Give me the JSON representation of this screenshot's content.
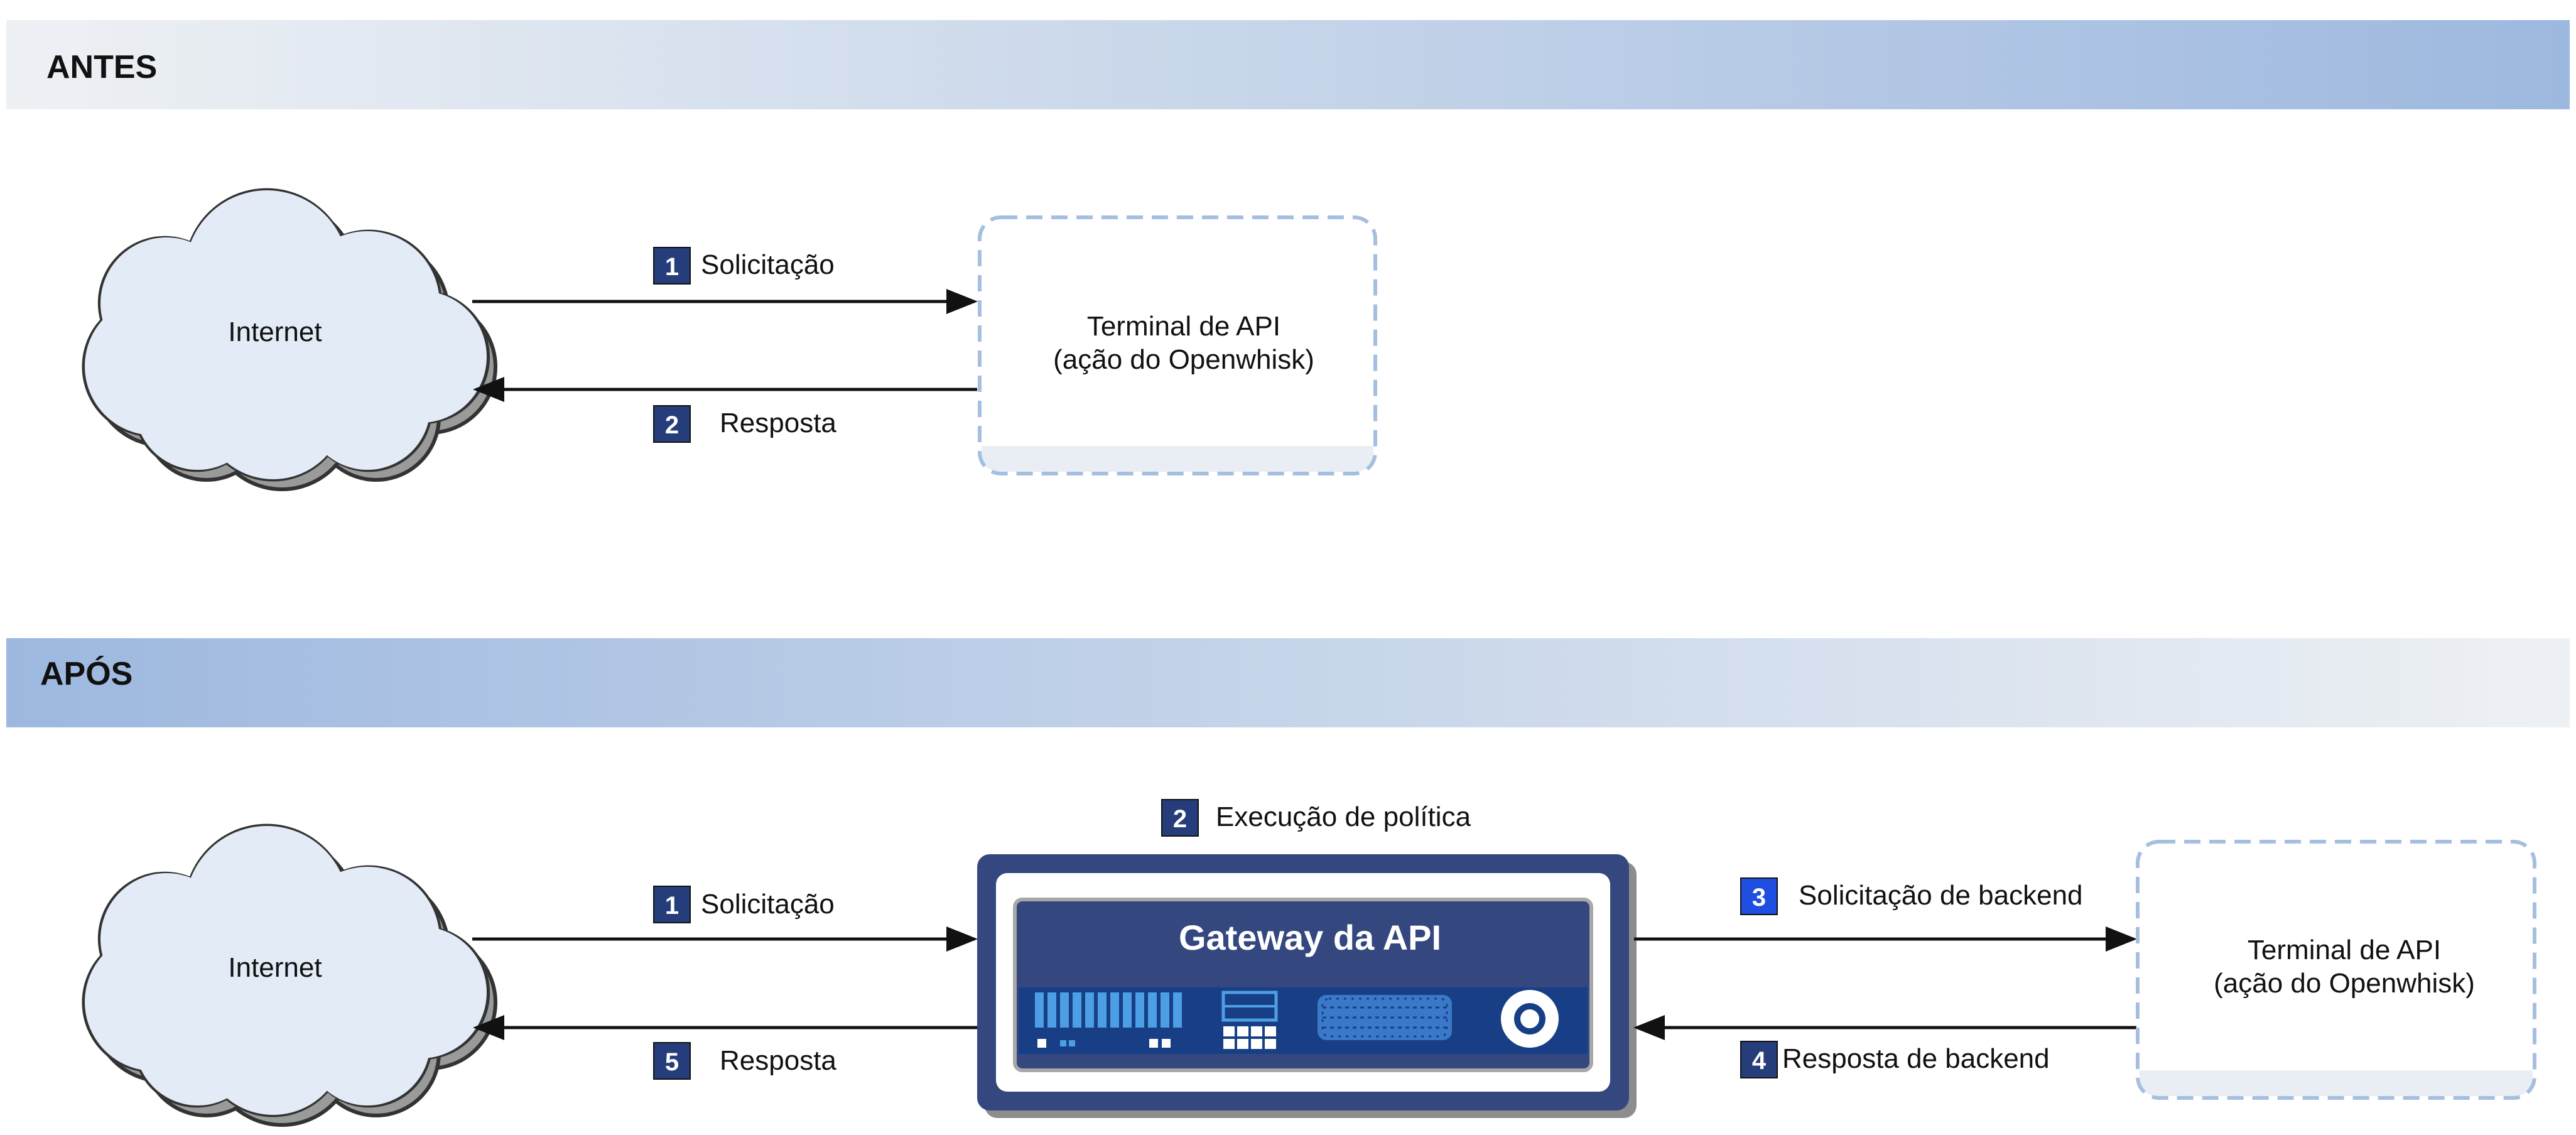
{
  "colors": {
    "banner_light": "#eef1f4",
    "banner_dark": "#9db8df",
    "badge": "#253d7a",
    "badge_highlight": "#1f4fe0",
    "endpoint_border": "#a6bfe0",
    "cloud_fill": "#e2ebf6",
    "cloud_shadow": "#9a9a9a",
    "gateway_dark": "#34487f",
    "gateway_band": "#183f86",
    "gateway_led": "#4c9fe4"
  },
  "icons": {
    "cloud": "cloud-icon",
    "server": "server-appliance-icon"
  },
  "before": {
    "title": "ANTES",
    "internet": "Internet",
    "endpoint": {
      "line1": "Terminal de API",
      "line2": "(ação do Openwhisk)"
    },
    "steps": [
      {
        "num": "1",
        "label": "Solicitação"
      },
      {
        "num": "2",
        "label": "Resposta"
      }
    ]
  },
  "after": {
    "title": "APÓS",
    "internet": "Internet",
    "gateway": {
      "title": "Gateway da API"
    },
    "endpoint": {
      "line1": "Terminal de API",
      "line2": "(ação do Openwhisk)"
    },
    "steps": [
      {
        "num": "1",
        "label": "Solicitação"
      },
      {
        "num": "2",
        "label": "Execução de política"
      },
      {
        "num": "3",
        "label": "Solicitação de backend"
      },
      {
        "num": "4",
        "label": "Resposta de backend"
      },
      {
        "num": "5",
        "label": "Resposta"
      }
    ]
  }
}
